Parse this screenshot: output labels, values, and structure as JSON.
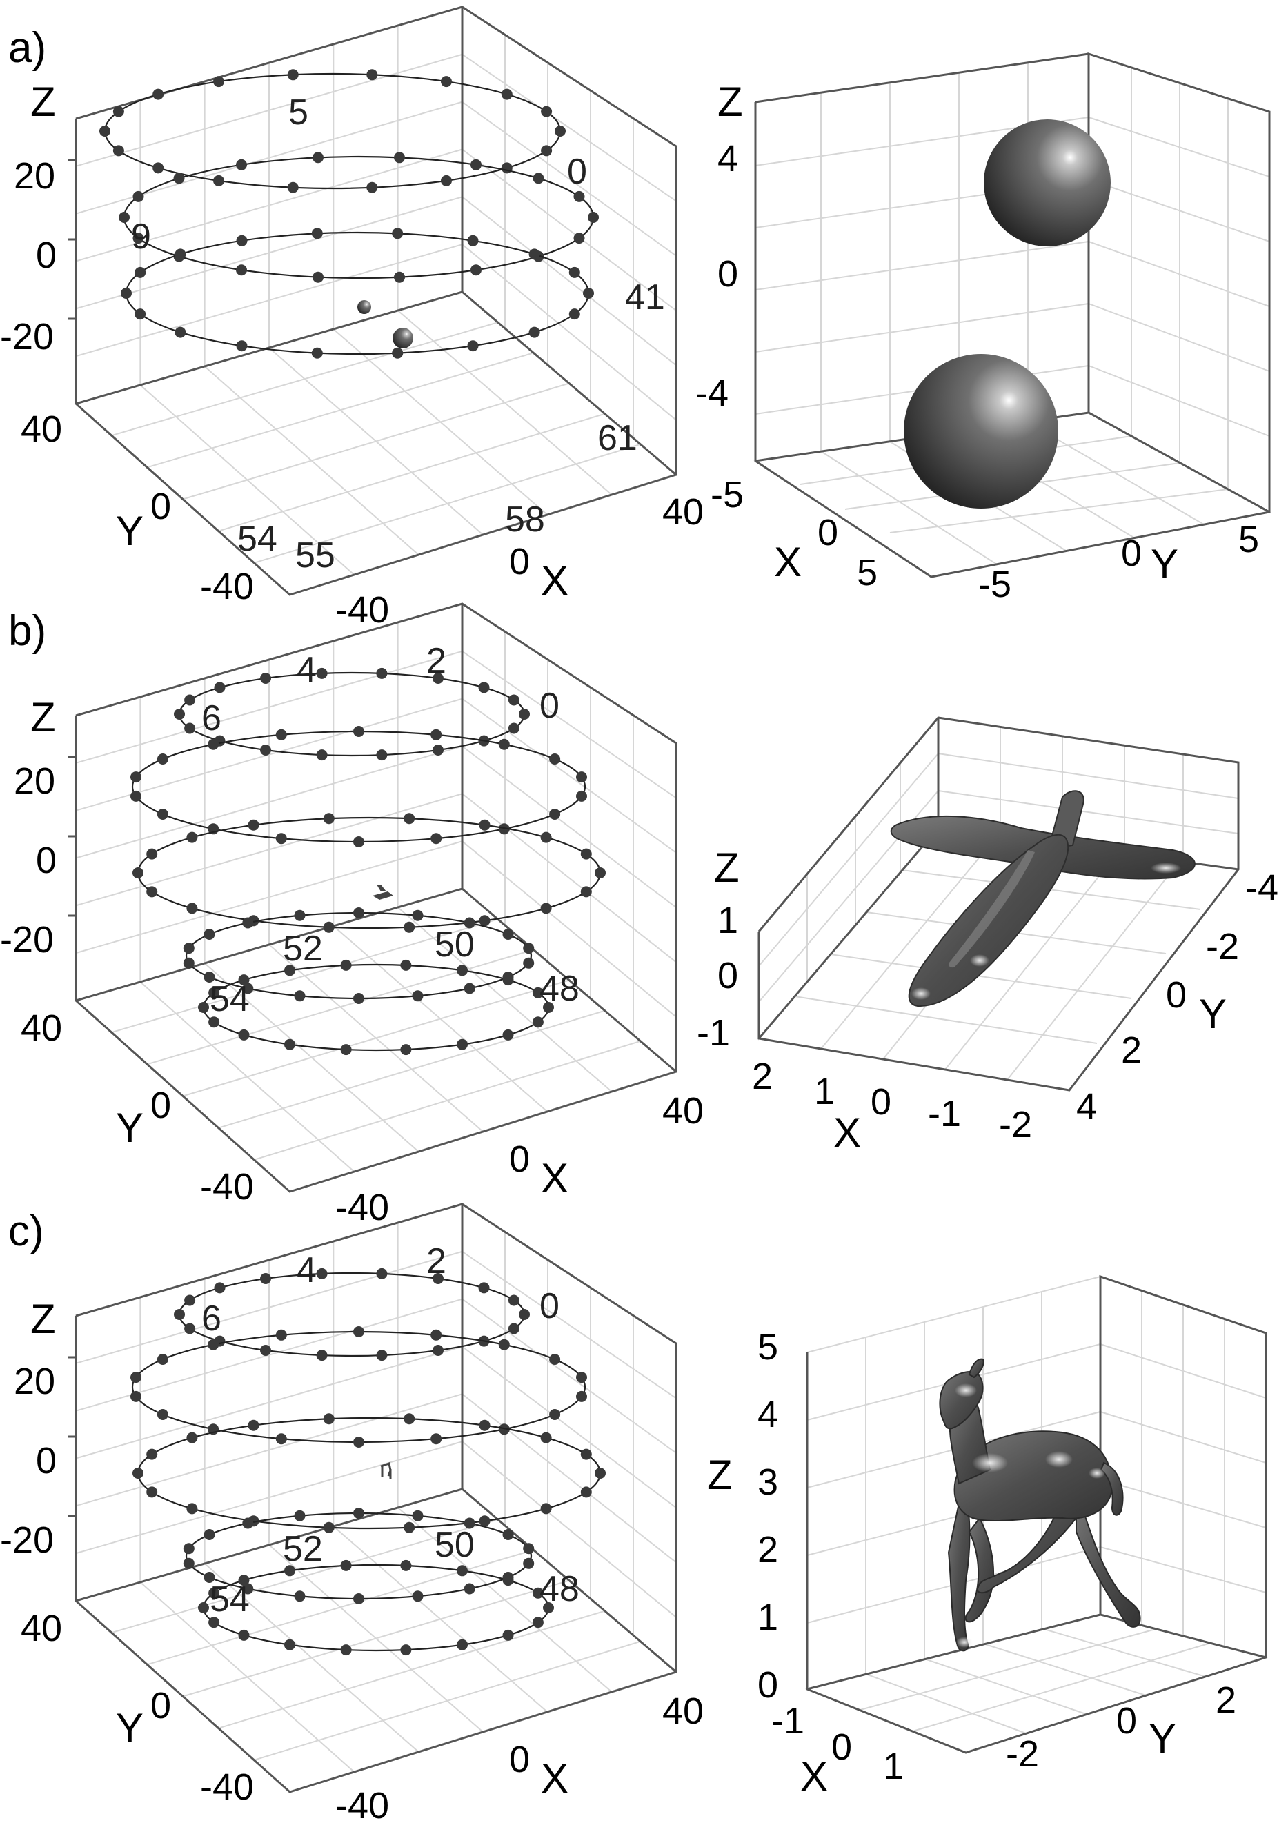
{
  "panels": [
    {
      "label": "a)",
      "left": {
        "z_ticks": [
          "20",
          "0",
          "-20"
        ],
        "y_ticks": [
          "40",
          "0",
          "-40"
        ],
        "x_ticks": [
          "-40",
          "0",
          "40"
        ],
        "axis_names": {
          "x": "X",
          "y": "Y",
          "z": "Z"
        },
        "point_labels": [
          "5",
          "0",
          "9",
          "41",
          "61",
          "54",
          "55",
          "58"
        ]
      },
      "right": {
        "object": "two spheres",
        "z_ticks": [
          "4",
          "0",
          "-4"
        ],
        "x_ticks": [
          "-5",
          "0",
          "5"
        ],
        "y_ticks": [
          "-5",
          "0",
          "5"
        ],
        "axis_names": {
          "x": "X",
          "y": "Y",
          "z": "Z"
        }
      }
    },
    {
      "label": "b)",
      "left": {
        "z_ticks": [
          "20",
          "0",
          "-20"
        ],
        "y_ticks": [
          "40",
          "0",
          "-40"
        ],
        "x_ticks": [
          "-40",
          "0",
          "40"
        ],
        "axis_names": {
          "x": "X",
          "y": "Y",
          "z": "Z"
        },
        "point_labels": [
          "4",
          "2",
          "6",
          "0",
          "52",
          "50",
          "54",
          "48"
        ]
      },
      "right": {
        "object": "airplane",
        "z_ticks": [
          "1",
          "0",
          "-1"
        ],
        "x_ticks": [
          "2",
          "1",
          "0",
          "-1",
          "-2"
        ],
        "y_ticks": [
          "-4",
          "-2",
          "0",
          "2",
          "4"
        ],
        "axis_names": {
          "x": "X",
          "y": "Y",
          "z": "Z"
        }
      }
    },
    {
      "label": "c)",
      "left": {
        "z_ticks": [
          "20",
          "0",
          "-20"
        ],
        "y_ticks": [
          "40",
          "0",
          "-40"
        ],
        "x_ticks": [
          "-40",
          "0",
          "40"
        ],
        "axis_names": {
          "x": "X",
          "y": "Y",
          "z": "Z"
        },
        "point_labels": [
          "4",
          "2",
          "6",
          "0",
          "52",
          "50",
          "54",
          "48"
        ]
      },
      "right": {
        "object": "horse",
        "z_ticks": [
          "5",
          "4",
          "3",
          "2",
          "1",
          "0"
        ],
        "x_ticks": [
          "-1",
          "0",
          "1"
        ],
        "y_ticks": [
          "-2",
          "0",
          "2"
        ],
        "axis_names": {
          "x": "X",
          "y": "Y",
          "z": "Z"
        }
      }
    }
  ],
  "colors": {
    "frame": "#555555",
    "grid": "#d6d6d6",
    "dots": "#3a3a3a",
    "object": "#5a5a5a"
  }
}
